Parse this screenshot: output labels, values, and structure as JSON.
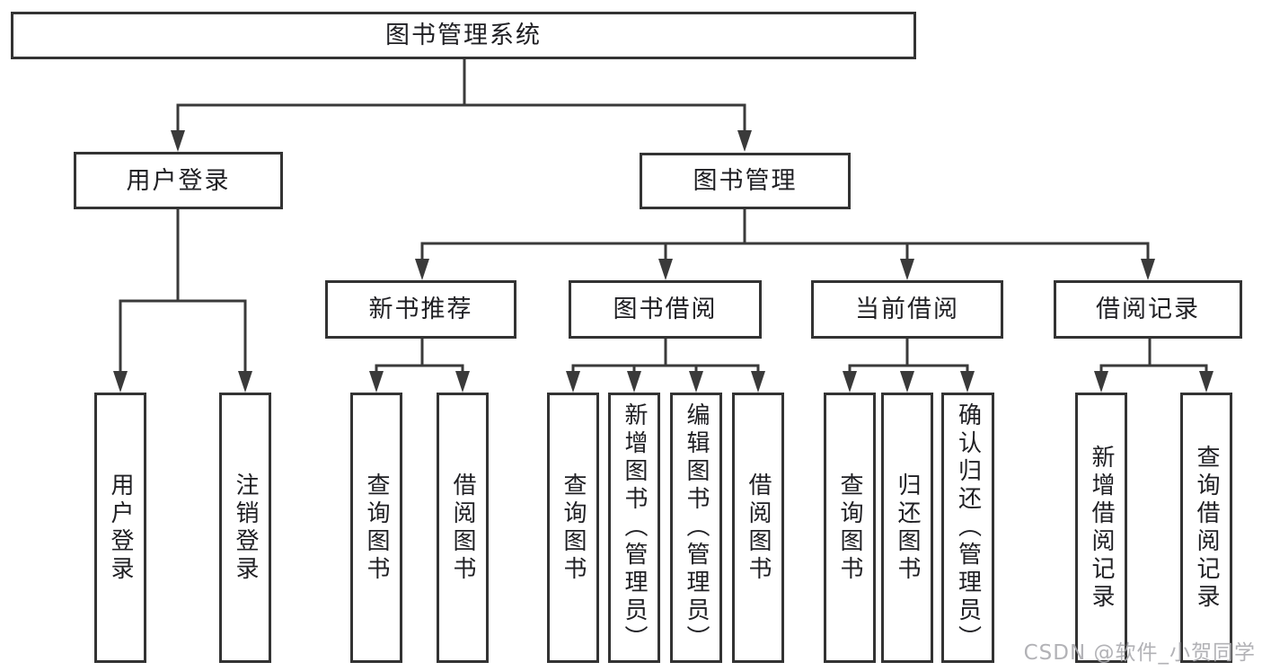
{
  "colors": {
    "line": "#3a3a3a",
    "box_border": "#333333",
    "text": "#202024",
    "background": "#ffffff",
    "watermark_text": "#aaaaaf"
  },
  "tree": {
    "root": {
      "label": "图书管理系统"
    },
    "children": [
      {
        "label": "用户登录",
        "children": [
          {
            "label": "用户登录"
          },
          {
            "label": "注销登录"
          }
        ]
      },
      {
        "label": "图书管理",
        "children": [
          {
            "label": "新书推荐",
            "children": [
              {
                "label": "查询图书"
              },
              {
                "label": "借阅图书"
              }
            ]
          },
          {
            "label": "图书借阅",
            "children": [
              {
                "label": "查询图书"
              },
              {
                "label": "新增图书（管理员）"
              },
              {
                "label": "编辑图书（管理员）"
              },
              {
                "label": "借阅图书"
              }
            ]
          },
          {
            "label": "当前借阅",
            "children": [
              {
                "label": "查询图书"
              },
              {
                "label": "归还图书"
              },
              {
                "label": "确认归还（管理员）"
              }
            ]
          },
          {
            "label": "借阅记录",
            "children": [
              {
                "label": "新增借阅记录"
              },
              {
                "label": "查询借阅记录"
              }
            ]
          }
        ]
      }
    ]
  },
  "watermark": {
    "text": "CSDN @软件_小贺同学"
  }
}
